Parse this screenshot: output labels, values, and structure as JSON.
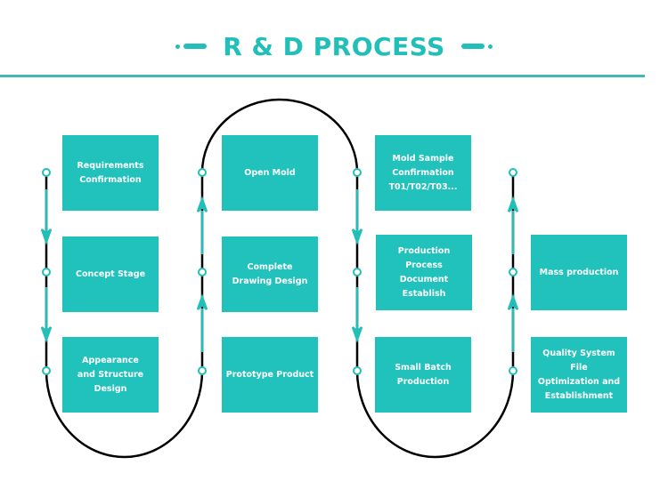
{
  "header": {
    "title": "R & D PROCESS"
  },
  "colors": {
    "accent": "#22BFB9",
    "box": "#21C2BC",
    "path": "#000000"
  },
  "steps": [
    {
      "label": "Requirements\nConfirmation"
    },
    {
      "label": "Concept Stage"
    },
    {
      "label": "Appearance\nand Structure Design"
    },
    {
      "label": "Prototype Product"
    },
    {
      "label": "Complete\nDrawing Design"
    },
    {
      "label": "Open Mold"
    },
    {
      "label": "Mold Sample\nConfirmation\nT01/T02/T03..."
    },
    {
      "label": "Production Process\nDocument Establish"
    },
    {
      "label": "Small Batch\nProduction"
    },
    {
      "label": "Quality System File\nOptimization and\nEstablishment"
    },
    {
      "label": "Mass production"
    }
  ]
}
